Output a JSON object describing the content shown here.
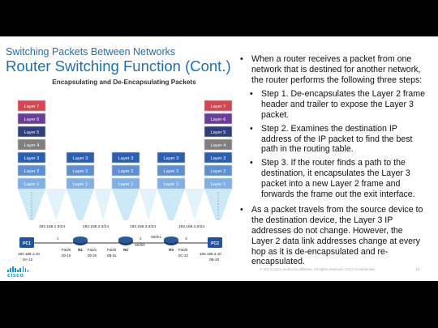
{
  "slide": {
    "subtitle": "Switching Packets Between Networks",
    "title": "Router Switching Function (Cont.)",
    "bullet1": "When a router receives a packet from one network that is destined for another network, the router performs the following three steps:",
    "steps": [
      "Step 1. De-encapsulates the Layer 2 frame header and trailer to expose the Layer 3 packet.",
      "Step 2.  Examines the destination IP address of the IP packet to find the best path in the routing table.",
      "Step 3.  If the router finds a path to the destination, it encapsulates the Layer 3 packet into a new Layer 2 frame and forwards the frame out the exit interface."
    ],
    "bullet2": "As a packet travels from the source device to the destination device, the Layer 3 IP addresses do not change.  However, the Layer 2 data link addresses change at every hop as it is de-encapsulated and re-encapsulated.",
    "footer": "© 2013 Cisco and/or its affiliates. All rights reserved.   Cisco Confidential",
    "page": "13",
    "logo": "cisco"
  },
  "diagram": {
    "title": "Encapsulating and De-Encapsulating Packets",
    "layers_full": [
      "Layer 7",
      "Layer 6",
      "Layer 5",
      "Layer 4",
      "Layer 3",
      "Layer 2",
      "Layer 1"
    ],
    "layers_router": [
      "Layer 3",
      "Layer 2",
      "Layer 1"
    ],
    "networks": [
      "192.168.1.0/24",
      "192.168.2.0/24",
      "192.168.3.0/24",
      "192.168.4.0/24"
    ],
    "devices": {
      "pc1": {
        "label": "PC1",
        "ip": "192.168.1.10",
        "mac": "0A-10"
      },
      "r1": {
        "label": "R1",
        "iface": "Fa0/0",
        "mac": "00-10",
        "iface2": "Fa0/1",
        "mac2": "00-20"
      },
      "r2": {
        "label": "R2",
        "iface": "Fa0/0",
        "mac": "0B-31",
        "iface2": "S0/0/0"
      },
      "r3": {
        "label": "R3",
        "iface": "S0/0/1",
        "iface2": "Fa0/0",
        "mac2": "0C-22"
      },
      "pc2": {
        "label": "PC2",
        "ip": "192.168.4.10",
        "mac": "0B-20"
      }
    },
    "link_numbers": [
      "1",
      "2",
      "3"
    ],
    "colors": {
      "l7": "#d64550",
      "l6": "#6a3d9a",
      "l5": "#2e3f7f",
      "l4": "#7f7f7f",
      "l3": "#2b5fb3",
      "l2": "#5d8fd6",
      "l1": "#7fb0e8",
      "pc": "#1f55a5",
      "router": "#1a3d6e",
      "cloud": "#7fd0e8"
    }
  }
}
